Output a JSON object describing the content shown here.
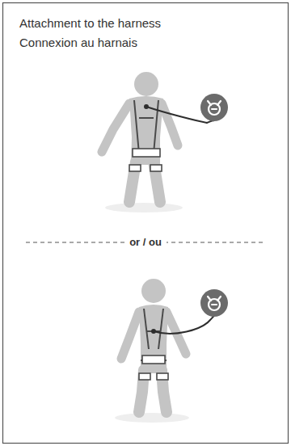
{
  "diagram": {
    "title": "Attachment to the harness",
    "labels": [
      "Connexion au harnais",
      "or / ou"
    ]
  }
}
